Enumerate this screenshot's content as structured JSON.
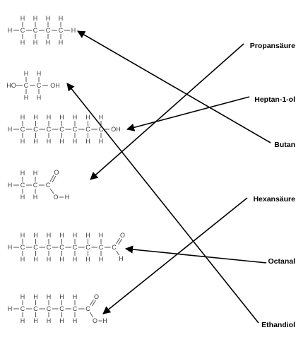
{
  "names": [
    "Propansäure",
    "Heptan-1-ol",
    "Butan",
    "Hexansäure",
    "Octanal",
    "Ethandiol"
  ],
  "atoms": {
    "H": "H",
    "C": "C",
    "O": "O",
    "OH": "OH",
    "HO": "HO"
  },
  "matches": [
    {
      "from": "Propansäure",
      "to": "Propansäure structure"
    },
    {
      "from": "Heptan-1-ol",
      "to": "Heptan-1-ol structure"
    },
    {
      "from": "Butan",
      "to": "Butan structure"
    },
    {
      "from": "Hexansäure",
      "to": "Hexansäure structure"
    },
    {
      "from": "Octanal",
      "to": "Octanal structure"
    },
    {
      "from": "Ethandiol",
      "to": "Ethandiol structure"
    }
  ]
}
